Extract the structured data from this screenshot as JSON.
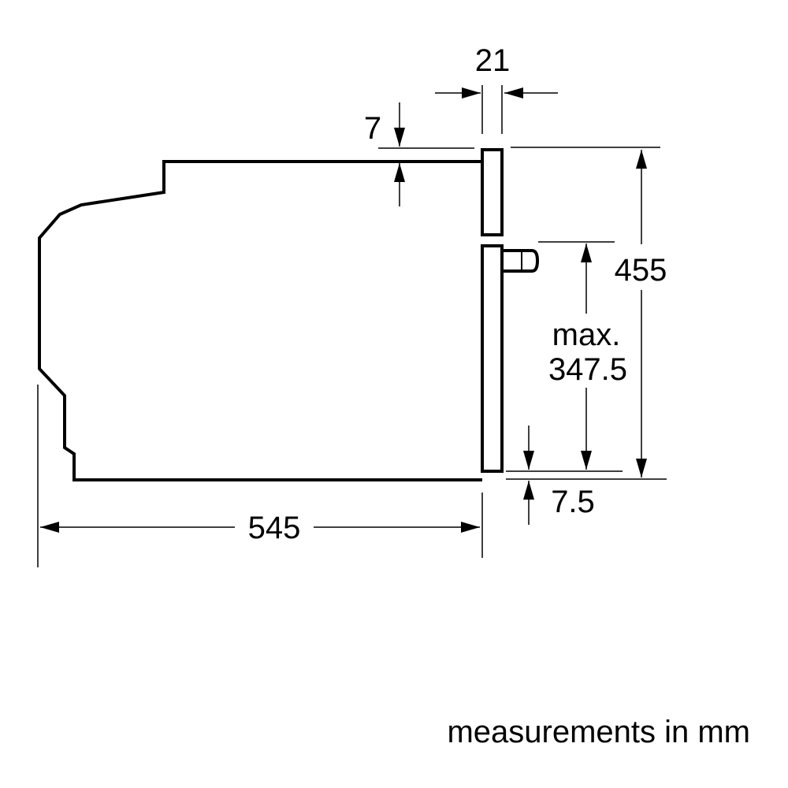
{
  "dimensions": {
    "top_step": "7",
    "front_thickness": "21",
    "total_height": "455",
    "max_label": "max.",
    "max_value": "347.5",
    "bottom_offset": "7.5",
    "depth": "545"
  },
  "note": "measurements in mm",
  "colors": {
    "line": "#000000",
    "background": "#ffffff"
  }
}
